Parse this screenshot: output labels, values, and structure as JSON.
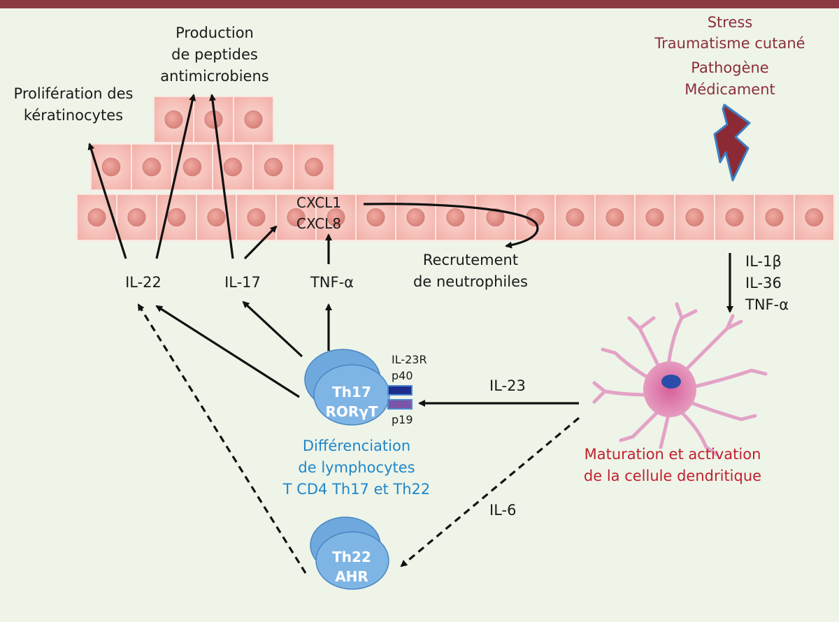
{
  "triggers": [
    "Stress",
    "Traumatisme cutané",
    "Pathogène",
    "Médicament"
  ],
  "outcomes": {
    "proliferation": [
      "Prolifération des",
      "kératinocytes"
    ],
    "peptides": [
      "Production",
      "de peptides",
      "antimicrobiens"
    ],
    "neutrophils": [
      "Recrutement",
      "de neutrophiles"
    ]
  },
  "chemokines": [
    "CXCL1",
    "CXCL8"
  ],
  "cytokines": {
    "il22": "IL-22",
    "il17": "IL-17",
    "tnfa": "TNF-α",
    "il23": "IL-23",
    "il6": "IL-6",
    "dc_signals": [
      "IL-1β",
      "IL-36",
      "TNF-α"
    ]
  },
  "th17": {
    "line1": "Th17",
    "line2": "RORγT"
  },
  "th22": {
    "line1": "Th22",
    "line2": "AHR"
  },
  "receptor": {
    "name": "IL-23R",
    "p40": "p40",
    "p19": "p19"
  },
  "differentiation": [
    "Différenciation",
    "de lymphocytes",
    "T CD4 Th17 et Th22"
  ],
  "dendritic": [
    "Maturation et activation",
    "de la cellule dendritique"
  ],
  "colors": {
    "topbar": "#8b3a43",
    "background": "#eef4e8",
    "keratinocyte": "#f6c0b8",
    "nucleus": "#e89890",
    "lymphocyte": "#6fa8dc",
    "trigger_text": "#8b2e3a",
    "dendritic_text": "#c0202e",
    "differentiation_text": "#1f86c9"
  }
}
